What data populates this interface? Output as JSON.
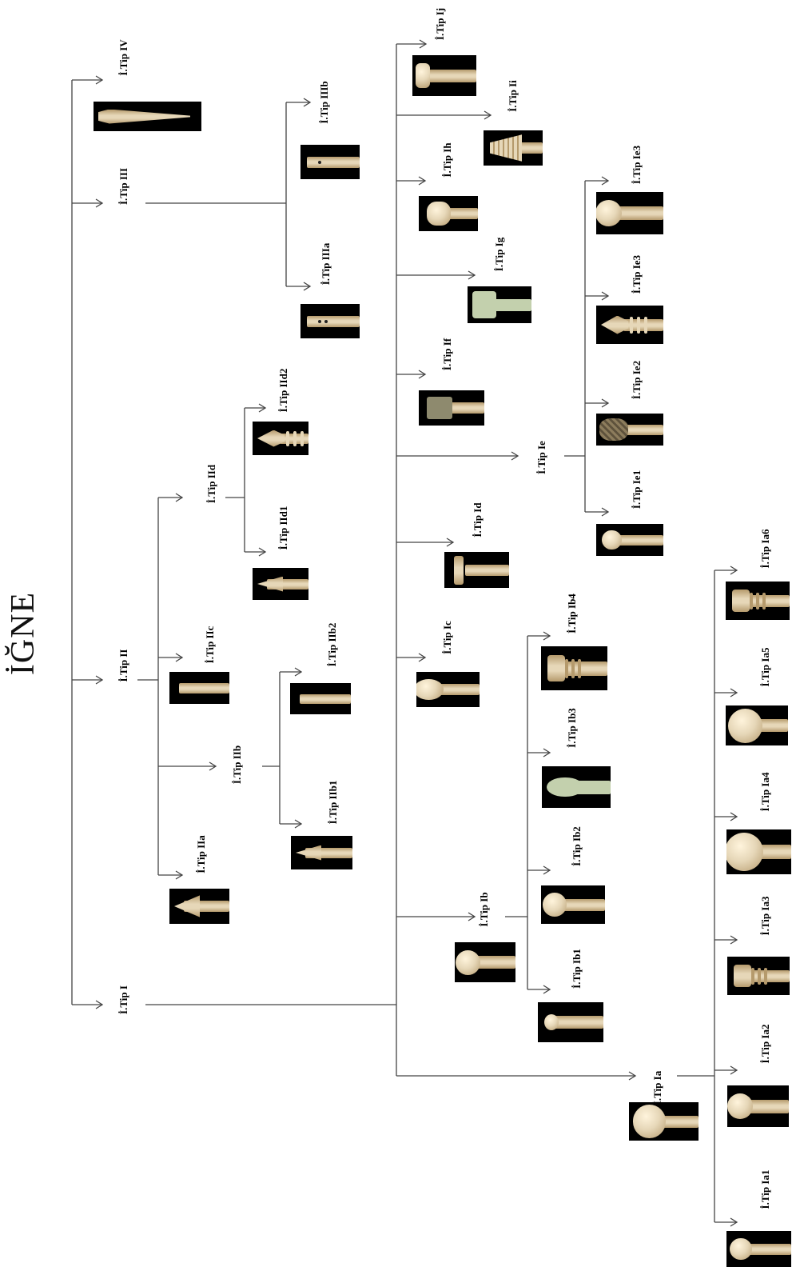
{
  "title": "İĞNE",
  "nodes": {
    "iv": "İ.Tip IV",
    "iii": "İ.Tip III",
    "iiia": "İ.Tip IIIa",
    "iiib": "İ.Tip IIIb",
    "ii": "İ.Tip II",
    "iia": "İ.Tip IIa",
    "iib": "İ.Tip IIb",
    "iib1": "İ.Tip IIb1",
    "iib2": "İ.Tip IIb2",
    "iic": "İ.Tip IIc",
    "iid": "İ.Tip IId",
    "iid1": "İ.Tip IId1",
    "iid2": "İ.Tip IId2",
    "i": "İ.Tip I",
    "ia": "İ.Tip Ia",
    "ia1": "İ.Tip Ia1",
    "ia2": "İ.Tip Ia2",
    "ia3": "İ.Tip Ia3",
    "ia4": "İ.Tip Ia4",
    "ia5": "İ.Tip Ia5",
    "ia6": "İ.Tip Ia6",
    "ib": "İ.Tip Ib",
    "ib1": "İ.Tip Ib1",
    "ib2": "İ.Tip Ib2",
    "ib3": "İ.Tip Ib3",
    "ib4": "İ.Tip Ib4",
    "ic": "İ.Tip Ic",
    "id": "İ.Tip Id",
    "ie": "İ.Tip Ie",
    "ie1": "İ.Tip Ie1",
    "ie2": "İ.Tip Ie2",
    "ie3a": "İ.Tip Ie3",
    "ie3b": "İ.Tip Ie3",
    "if": "İ.Tip If",
    "ig": "İ.Tip Ig",
    "ih": "İ.Tip Ih",
    "ii_": "İ.Tip Ii",
    "ij": "İ.Tip Ij"
  },
  "colors": {
    "background": "#ffffff",
    "line": "#444444",
    "text": "#000000",
    "photo_background": "#000000",
    "bone": "#e6d7b8",
    "bone_dark": "#b59a6c",
    "green_stone": "#c3d0ad"
  }
}
